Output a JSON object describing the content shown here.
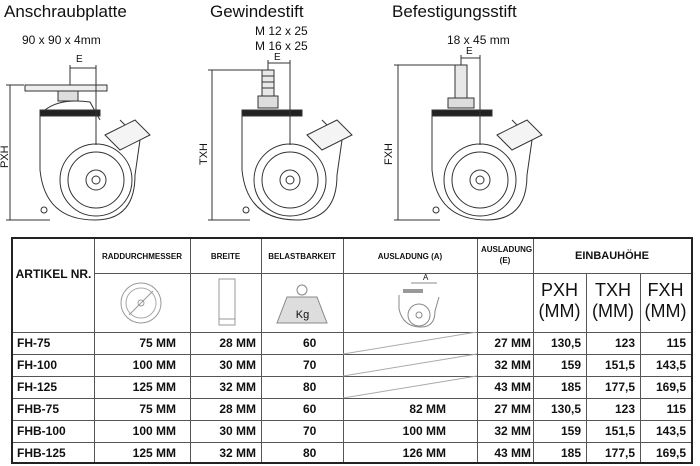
{
  "headings": {
    "plate": {
      "title": "Anschraubplatte",
      "spec": "90 x 90 x 4mm"
    },
    "stud": {
      "title": "Gewindestift",
      "spec1": "M 12 x 25",
      "spec2": "M 16 x 25"
    },
    "pin": {
      "title": "Befestigungsstift",
      "spec": "18 x 45 mm"
    }
  },
  "drawing_labels": {
    "e1": "E",
    "e2": "E",
    "e3": "E",
    "pxh": "PXH",
    "txh": "TXH",
    "fxh": "FXH",
    "a": "A"
  },
  "table": {
    "col_article": "ARTIKEL NR.",
    "col_wheel": "RADDURCHMESSER",
    "col_width": "BREITE",
    "col_load": "BELASTBARKEIT",
    "col_offset_a": "AUSLADUNG (A)",
    "col_offset_e": "AUSLADUNG (E)",
    "col_height": "EINBAUHÖHE",
    "sub_pxh": "PXH",
    "sub_txh": "TXH",
    "sub_fxh": "FXH",
    "unit": "(MM)",
    "kg": "Kg",
    "rows": [
      {
        "art": "FH-75",
        "wheel": "75 MM",
        "width": "28 MM",
        "load": "60",
        "a": "",
        "e": "27 MM",
        "pxh": "130,5",
        "txh": "123",
        "fxh": "115"
      },
      {
        "art": "FH-100",
        "wheel": "100 MM",
        "width": "30 MM",
        "load": "70",
        "a": "",
        "e": "32 MM",
        "pxh": "159",
        "txh": "151,5",
        "fxh": "143,5"
      },
      {
        "art": "FH-125",
        "wheel": "125 MM",
        "width": "32 MM",
        "load": "80",
        "a": "",
        "e": "43 MM",
        "pxh": "185",
        "txh": "177,5",
        "fxh": "169,5"
      },
      {
        "art": "FHB-75",
        "wheel": "75 MM",
        "width": "28 MM",
        "load": "60",
        "a": "82 MM",
        "e": "27 MM",
        "pxh": "130,5",
        "txh": "123",
        "fxh": "115"
      },
      {
        "art": "FHB-100",
        "wheel": "100 MM",
        "width": "30 MM",
        "load": "70",
        "a": "100 MM",
        "e": "32 MM",
        "pxh": "159",
        "txh": "151,5",
        "fxh": "143,5"
      },
      {
        "art": "FHB-125",
        "wheel": "125 MM",
        "width": "32 MM",
        "load": "80",
        "a": "126 MM",
        "e": "43 MM",
        "pxh": "185",
        "txh": "177,5",
        "fxh": "169,5"
      }
    ]
  }
}
